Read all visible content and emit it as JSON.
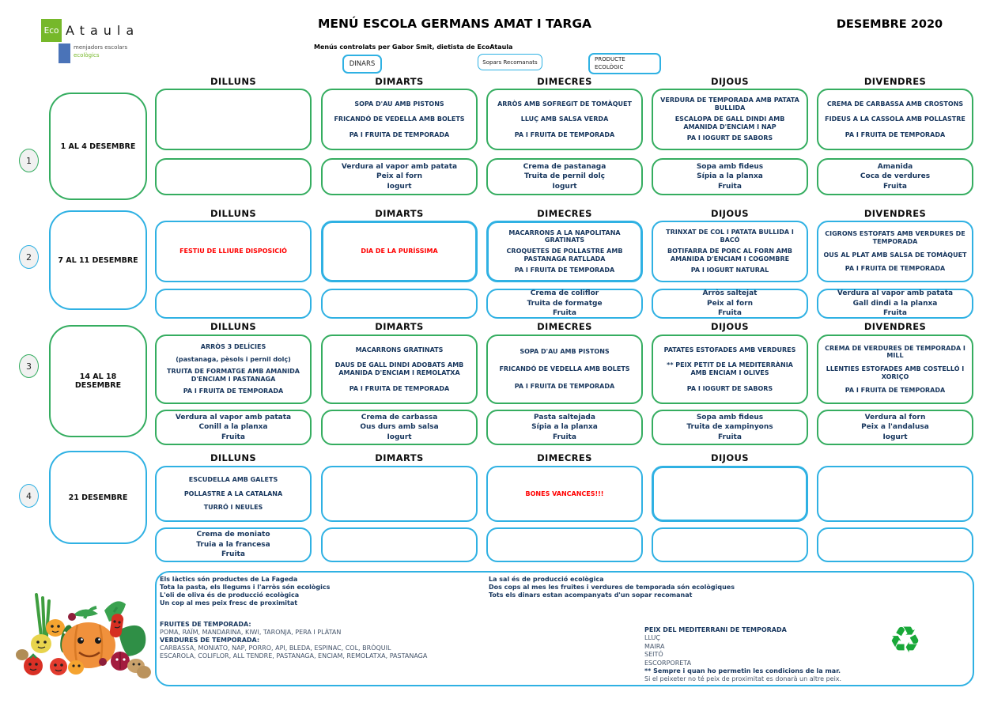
{
  "header": {
    "logo": {
      "eco": "Eco",
      "name": "Ataula",
      "tagline1": "menjadors escolars",
      "tagline2": "ecològics"
    },
    "title": "MENÚ ESCOLA GERMANS AMAT I TARGA",
    "month": "DESEMBRE 2020",
    "subtitle": "Menús controlats per Gabor Smit, dietista de EcoAtaula",
    "legend": {
      "dinars": "DINARS",
      "sopars": "Sopars Recomanats",
      "producte_ecologic": "PRODUCTE\nECOLÒGIC"
    }
  },
  "days": [
    "DILLUNS",
    "DIMARTS",
    "DIMECRES",
    "DIJOUS",
    "DIVENDRES"
  ],
  "weeks": [
    {
      "number": "1",
      "date_label": "1 AL 4 DESEMBRE",
      "days": [
        {
          "lunch": [],
          "dinner": []
        },
        {
          "lunch": [
            "SOPA D'AU AMB PISTONS",
            "FRICANDÓ DE VEDELLA AMB BOLETS",
            "PA I FRUITA DE TEMPORADA"
          ],
          "dinner": [
            "Verdura al vapor amb patata",
            "Peix al forn",
            "Iogurt"
          ]
        },
        {
          "lunch": [
            "ARRÒS AMB SOFREGIT DE TOMÀQUET",
            "LLUÇ AMB SALSA VERDA",
            "PA I FRUITA DE TEMPORADA"
          ],
          "dinner": [
            "Crema de pastanaga",
            "Truita de pernil dolç",
            "Iogurt"
          ]
        },
        {
          "lunch": [
            "VERDURA DE TEMPORADA AMB PATATA BULLIDA",
            "ESCALOPA DE GALL DINDI AMB AMANIDA D'ENCIAM I NAP",
            "PA I IOGURT DE SABORS"
          ],
          "dinner": [
            "Sopa amb fideus",
            "Sípia a la planxa",
            "Fruita"
          ]
        },
        {
          "lunch": [
            "CREMA DE CARBASSA AMB CROSTONS",
            "FIDEUS A LA CASSOLA AMB POLLASTRE",
            "PA I FRUITA DE TEMPORADA"
          ],
          "dinner": [
            "Amanida",
            "Coca de verdures",
            "Fruita"
          ]
        }
      ]
    },
    {
      "number": "2",
      "date_label": "7 AL 11 DESEMBRE",
      "days": [
        {
          "lunch": [
            "FESTIU DE LLIURE DISPOSICIÓ"
          ],
          "dinner": []
        },
        {
          "lunch": [
            "DIA DE LA PURÍSSIMA"
          ],
          "dinner": []
        },
        {
          "lunch": [
            "MACARRONS A LA NAPOLITANA GRATINATS",
            "CROQUETES DE POLLASTRE AMB PASTANAGA RATLLADA",
            "PA I FRUITA DE TEMPORADA"
          ],
          "dinner": [
            "Crema de coliflor",
            "Truita de formatge",
            "Fruita"
          ]
        },
        {
          "lunch": [
            "TRINXAT DE COL I PATATA BULLIDA I BACÓ",
            "BOTIFARRA DE PORC AL FORN AMB AMANIDA D'ENCIAM I COGOMBRE",
            "PA I IOGURT NATURAL"
          ],
          "dinner": [
            "Arròs saltejat",
            "Peix al forn",
            "Fruita"
          ]
        },
        {
          "lunch": [
            "CIGRONS ESTOFATS AMB VERDURES DE TEMPORADA",
            "OUS AL PLAT AMB SALSA DE TOMÀQUET",
            "PA I FRUITA DE TEMPORADA"
          ],
          "dinner": [
            "Verdura al vapor amb patata",
            "Gall dindi a la planxa",
            "Fruita"
          ]
        }
      ]
    },
    {
      "number": "3",
      "date_label": "14 AL 18 DESEMBRE",
      "days": [
        {
          "lunch": [
            "ARRÒS 3 DELÍCIES",
            "(pastanaga, pèsols i pernil dolç)",
            "TRUITA DE FORMATGE AMB AMANIDA D'ENCIAM I PASTANAGA",
            "PA I FRUITA DE TEMPORADA"
          ],
          "dinner": [
            "Verdura al vapor amb patata",
            "Conill a la planxa",
            "Fruita"
          ]
        },
        {
          "lunch": [
            "MACARRONS GRATINATS",
            "DAUS DE GALL DINDI ADOBATS AMB AMANIDA D'ENCIAM I REMOLATXA",
            "PA I FRUITA DE TEMPORADA"
          ],
          "dinner": [
            "Crema de carbassa",
            "Ous durs amb salsa",
            "Iogurt"
          ]
        },
        {
          "lunch": [
            "SOPA D'AU AMB PISTONS",
            "FRICANDÓ DE VEDELLA AMB BOLETS",
            "PA I FRUITA DE TEMPORADA"
          ],
          "dinner": [
            "Pasta saltejada",
            "Sípia a la planxa",
            "Fruita"
          ]
        },
        {
          "lunch": [
            "PATATES ESTOFADES AMB VERDURES",
            "** PEIX PETIT DE LA MEDITERRÀNIA AMB ENCIAM I OLIVES",
            "PA I IOGURT DE SABORS"
          ],
          "dinner": [
            "Sopa amb fideus",
            "Truita de xampinyons",
            "Fruita"
          ]
        },
        {
          "lunch": [
            "CREMA DE VERDURES DE TEMPORADA I MILL",
            "LLENTIES ESTOFADES AMB COSTELLÓ I XORIÇO",
            "PA I FRUITA DE TEMPORADA"
          ],
          "dinner": [
            "Verdura al forn",
            "Peix a l'andalusa",
            "Iogurt"
          ]
        }
      ]
    },
    {
      "number": "4",
      "date_label": "21 DESEMBRE",
      "days": [
        {
          "lunch": [
            "ESCUDELLA AMB GALETS",
            "POLLASTRE A LA CATALANA",
            "TURRÓ I NEULES"
          ],
          "dinner": [
            "Crema de moniato",
            "Truia a la francesa",
            "Fruita"
          ]
        },
        {
          "lunch": [],
          "dinner": []
        },
        {
          "lunch": [
            "BONES VANCANCES!!!"
          ],
          "dinner": []
        },
        {
          "lunch": [],
          "dinner": []
        },
        {
          "lunch": [],
          "dinner": []
        }
      ]
    }
  ],
  "footer": {
    "notes_left": [
      "Els làctics són productes de La Fageda",
      "Tota la pasta, els llegums i l'arròs són ecològics",
      "L'oli de oliva és de producció ecològica",
      "Un cop al mes peix fresc de proximitat"
    ],
    "notes_right": [
      "La sal és de producció ecològica",
      "Dos cops al mes  les fruites i verdures de temporada són ecològiques",
      "Tots els dinars estan acompanyats d'un sopar recomanat"
    ],
    "fruits_title": "FRUITES DE TEMPORADA:",
    "fruits_lines": [
      "POMA, RAÏM, MANDARINA, KIWI, TARONJA, PERA I PLÀTAN"
    ],
    "verdures_title": "VERDURES DE TEMPORADA:",
    "verdures_lines": [
      "CARBASSA, MONIATO, NAP, PORRO, API, BLEDA, ESPINAC, COL, BRÒQUIL",
      "ESCAROLA, COLIFLOR, ALL TENDRE, PASTANAGA, ENCIAM, REMOLATXA, PASTANAGA"
    ],
    "fish_title": "PEIX DEL MEDITERRANI DE TEMPORADA",
    "fish_lines": [
      "LLUÇ",
      "MAIRA",
      "SEITÓ",
      "ESCORPORETA"
    ],
    "fish_note_bold": "** Sempre i quan ho permetin les condicions de la mar.",
    "fish_note": "Si el peixeter no té peix de proximitat es donarà un altre peix."
  },
  "icons": {
    "recycle": "♻"
  },
  "colors": {
    "green": "#35ad60",
    "blue": "#2fb1e3",
    "navy": "#17365d",
    "red": "#ff0000"
  }
}
